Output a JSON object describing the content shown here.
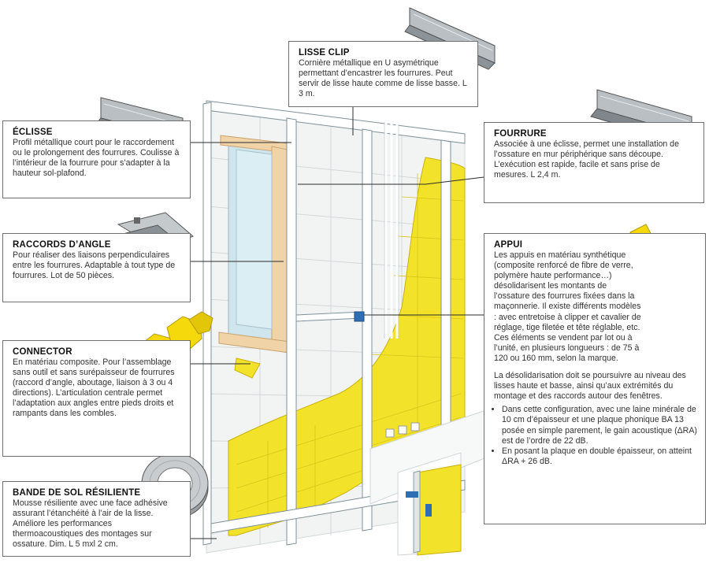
{
  "labels": {
    "lisse_clip": {
      "title": "LISSE CLIP",
      "text": "Cornière métallique en U asymétrique permettant d’encastrer les fourrures. Peut servir de lisse haute comme de lisse basse. L 3 m."
    },
    "eclisse": {
      "title": "ÉCLISSE",
      "text": "Profil métallique court pour le raccordement ou le prolongement des fourrures. Coulisse à l’intérieur de la fourrure pour s’adapter à la hauteur sol-plafond."
    },
    "fourrure": {
      "title": "FOURRURE",
      "text": "Associée à une éclisse, permet une installation de l’ossature en mur périphérique sans découpe. L’exécution est rapide, facile et sans prise de mesures. L 2,4 m."
    },
    "raccords": {
      "title": "RACCORDS D’ANGLE",
      "text": "Pour réaliser des liaisons perpendiculaires entre les fourrures. Adaptable à tout type de fourrures. Lot de 50 pièces."
    },
    "appui": {
      "title": "APPUI",
      "text1": "Les appuis en matériau synthétique (composite renforcé de fibre de verre, polymère haute performance…) désolidarisent les montants de l’ossature des fourrures fixées dans la maçonnerie. Il existe différents modèles : avec entretoise à clipper et cavalier de réglage, tige filetée et tête réglable, etc. Ces éléments se vendent par lot ou à l’unité, en plusieurs longueurs : de 75 à 120 ou 160 mm, selon la marque.",
      "text2": "La désolidarisation doit se poursuivre au niveau des lisses haute et basse, ainsi qu’aux extrémités du montage et des raccords autour des fenêtres.",
      "bullet1": "Dans cette configuration, avec une laine minérale de 10 cm d’épaisseur et une plaque phonique BA 13 posée en simple parement, le gain acoustique (ΔRA) est de l’ordre de 22 dB.",
      "bullet2": "En posant la plaque en double épaisseur, on atteint  ΔRA + 26 dB."
    },
    "connector": {
      "title": "CONNECTOR",
      "text": "En matériau composite. Pour l’assemblage sans outil et sans surépaisseur de fourrures (raccord d’angle, aboutage, liaison à 3 ou 4 directions). L’articulation centrale permet l’adaptation aux angles entre pieds droits et rampants dans les combles."
    },
    "bande": {
      "title": "BANDE DE SOL RÉSILIENTE",
      "text": "Mousse résiliente avec une face adhésive assurant l’étanchéité à l’air de la lisse. Améliore les performances thermoacoustiques des montages sur ossature. Dim. L 5 mxl 2 cm."
    }
  },
  "colors": {
    "insulation": "#f3e22a",
    "insulation_line": "#c9b10a",
    "frame": "#c9d6dc",
    "wall": "#eef2f2",
    "window_glass": "#cfe6ee",
    "window_frame": "#f1d3a8",
    "accent_blue": "#2e6fb3",
    "leader": "#2b2b2b"
  }
}
